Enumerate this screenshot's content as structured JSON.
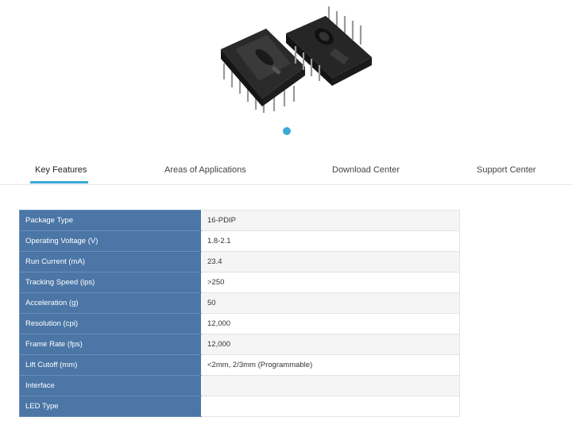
{
  "carousel": {
    "image_icon": "sensor-chip-image",
    "active_dot_color": "#3aaad6"
  },
  "tabs": [
    {
      "label": "Key Features",
      "active": true
    },
    {
      "label": "Areas of Applications",
      "active": false
    },
    {
      "label": "Download Center",
      "active": false
    },
    {
      "label": "Support Center",
      "active": false
    }
  ],
  "specs": [
    {
      "label": "Package Type",
      "value": "16-PDIP"
    },
    {
      "label": "Operating Voltage (V)",
      "value": "1.8-2.1"
    },
    {
      "label": "Run Current (mA)",
      "value": "23.4"
    },
    {
      "label": "Tracking Speed (ips)",
      "value": ">250"
    },
    {
      "label": "Acceleration (g)",
      "value": "50"
    },
    {
      "label": "Resolution (cpi)",
      "value": "12,000"
    },
    {
      "label": "Frame Rate (fps)",
      "value": "12,000"
    },
    {
      "label": "Lift Cutoff (mm)",
      "value": "<2mm, 2/3mm (Programmable)"
    },
    {
      "label": "Interface",
      "value": ""
    },
    {
      "label": "LED Type",
      "value": ""
    }
  ],
  "colors": {
    "accent": "#3aaad6",
    "label_bg": "#4b76a6"
  }
}
